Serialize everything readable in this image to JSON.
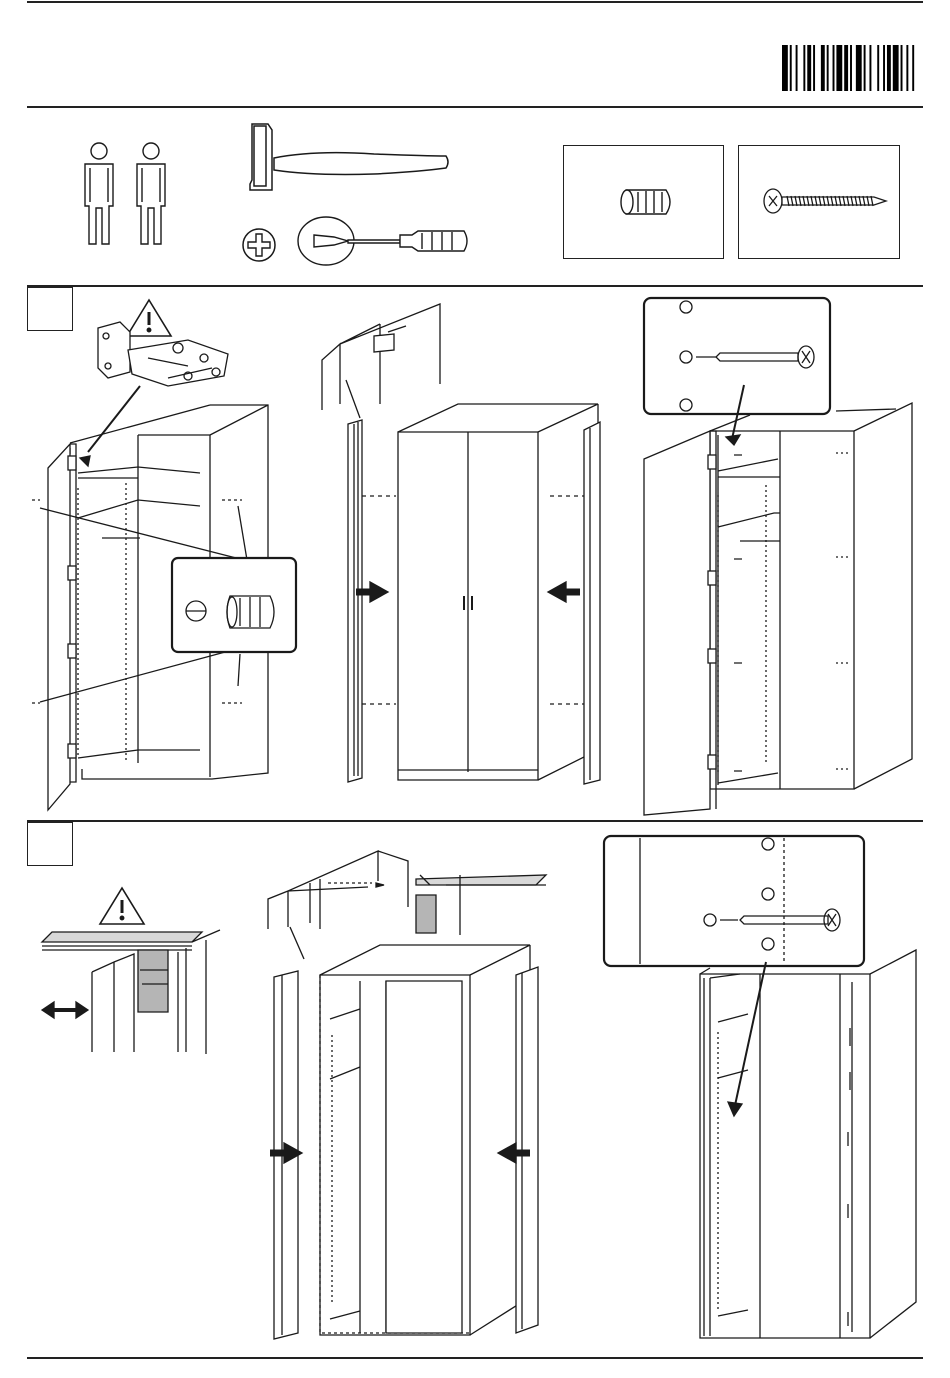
{
  "header": {
    "barcode_bars": [
      3,
      1,
      1,
      2,
      1,
      3,
      1,
      1,
      2,
      1,
      1,
      3,
      2,
      1,
      1,
      2,
      1,
      1,
      3,
      1,
      2,
      1,
      1,
      2,
      3,
      1,
      1,
      2,
      1,
      3,
      1,
      2,
      1,
      1,
      2,
      1,
      3,
      1,
      1,
      2,
      1,
      2,
      1,
      3
    ],
    "barcode_text": ""
  },
  "tools": {
    "people_count": 2,
    "items": [
      "person-icon",
      "person-icon",
      "hammer-icon",
      "phillips-bit-icon",
      "screwdriver-icon"
    ]
  },
  "parts": [
    {
      "name": "wooden-dowel",
      "label": ""
    },
    {
      "name": "wood-screw",
      "label": ""
    }
  ],
  "steps": [
    {
      "number": "",
      "panels": [
        "hinge-door-detail",
        "side-panel-insert",
        "screw-detail"
      ]
    },
    {
      "number": "",
      "panels": [
        "rail-clearance-detail",
        "side-panel-slide",
        "top-screw-detail"
      ]
    }
  ],
  "colors": {
    "line": "#1a1a1a",
    "shade": "#b5b5b5",
    "light_shade": "#d8d8d8"
  }
}
